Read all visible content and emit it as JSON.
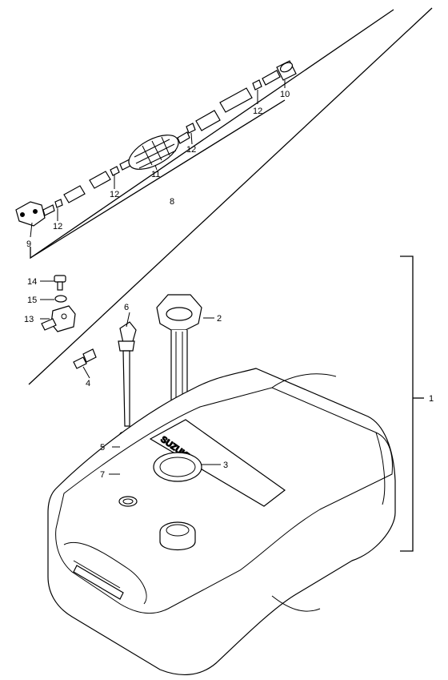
{
  "callouts": [
    {
      "id": "c1",
      "label": "1"
    },
    {
      "id": "c2",
      "label": "2"
    },
    {
      "id": "c3",
      "label": "3"
    },
    {
      "id": "c4",
      "label": "4"
    },
    {
      "id": "c5",
      "label": "5"
    },
    {
      "id": "c6",
      "label": "6"
    },
    {
      "id": "c7",
      "label": "7"
    },
    {
      "id": "c8",
      "label": "8"
    },
    {
      "id": "c9",
      "label": "9"
    },
    {
      "id": "c10",
      "label": "10"
    },
    {
      "id": "c11",
      "label": "11"
    },
    {
      "id": "c12a",
      "label": "12"
    },
    {
      "id": "c12b",
      "label": "12"
    },
    {
      "id": "c12c",
      "label": "12"
    },
    {
      "id": "c12d",
      "label": "12"
    },
    {
      "id": "c13",
      "label": "13"
    },
    {
      "id": "c14",
      "label": "14"
    },
    {
      "id": "c15",
      "label": "15"
    }
  ],
  "tank_brand_text": "SUZUKI"
}
